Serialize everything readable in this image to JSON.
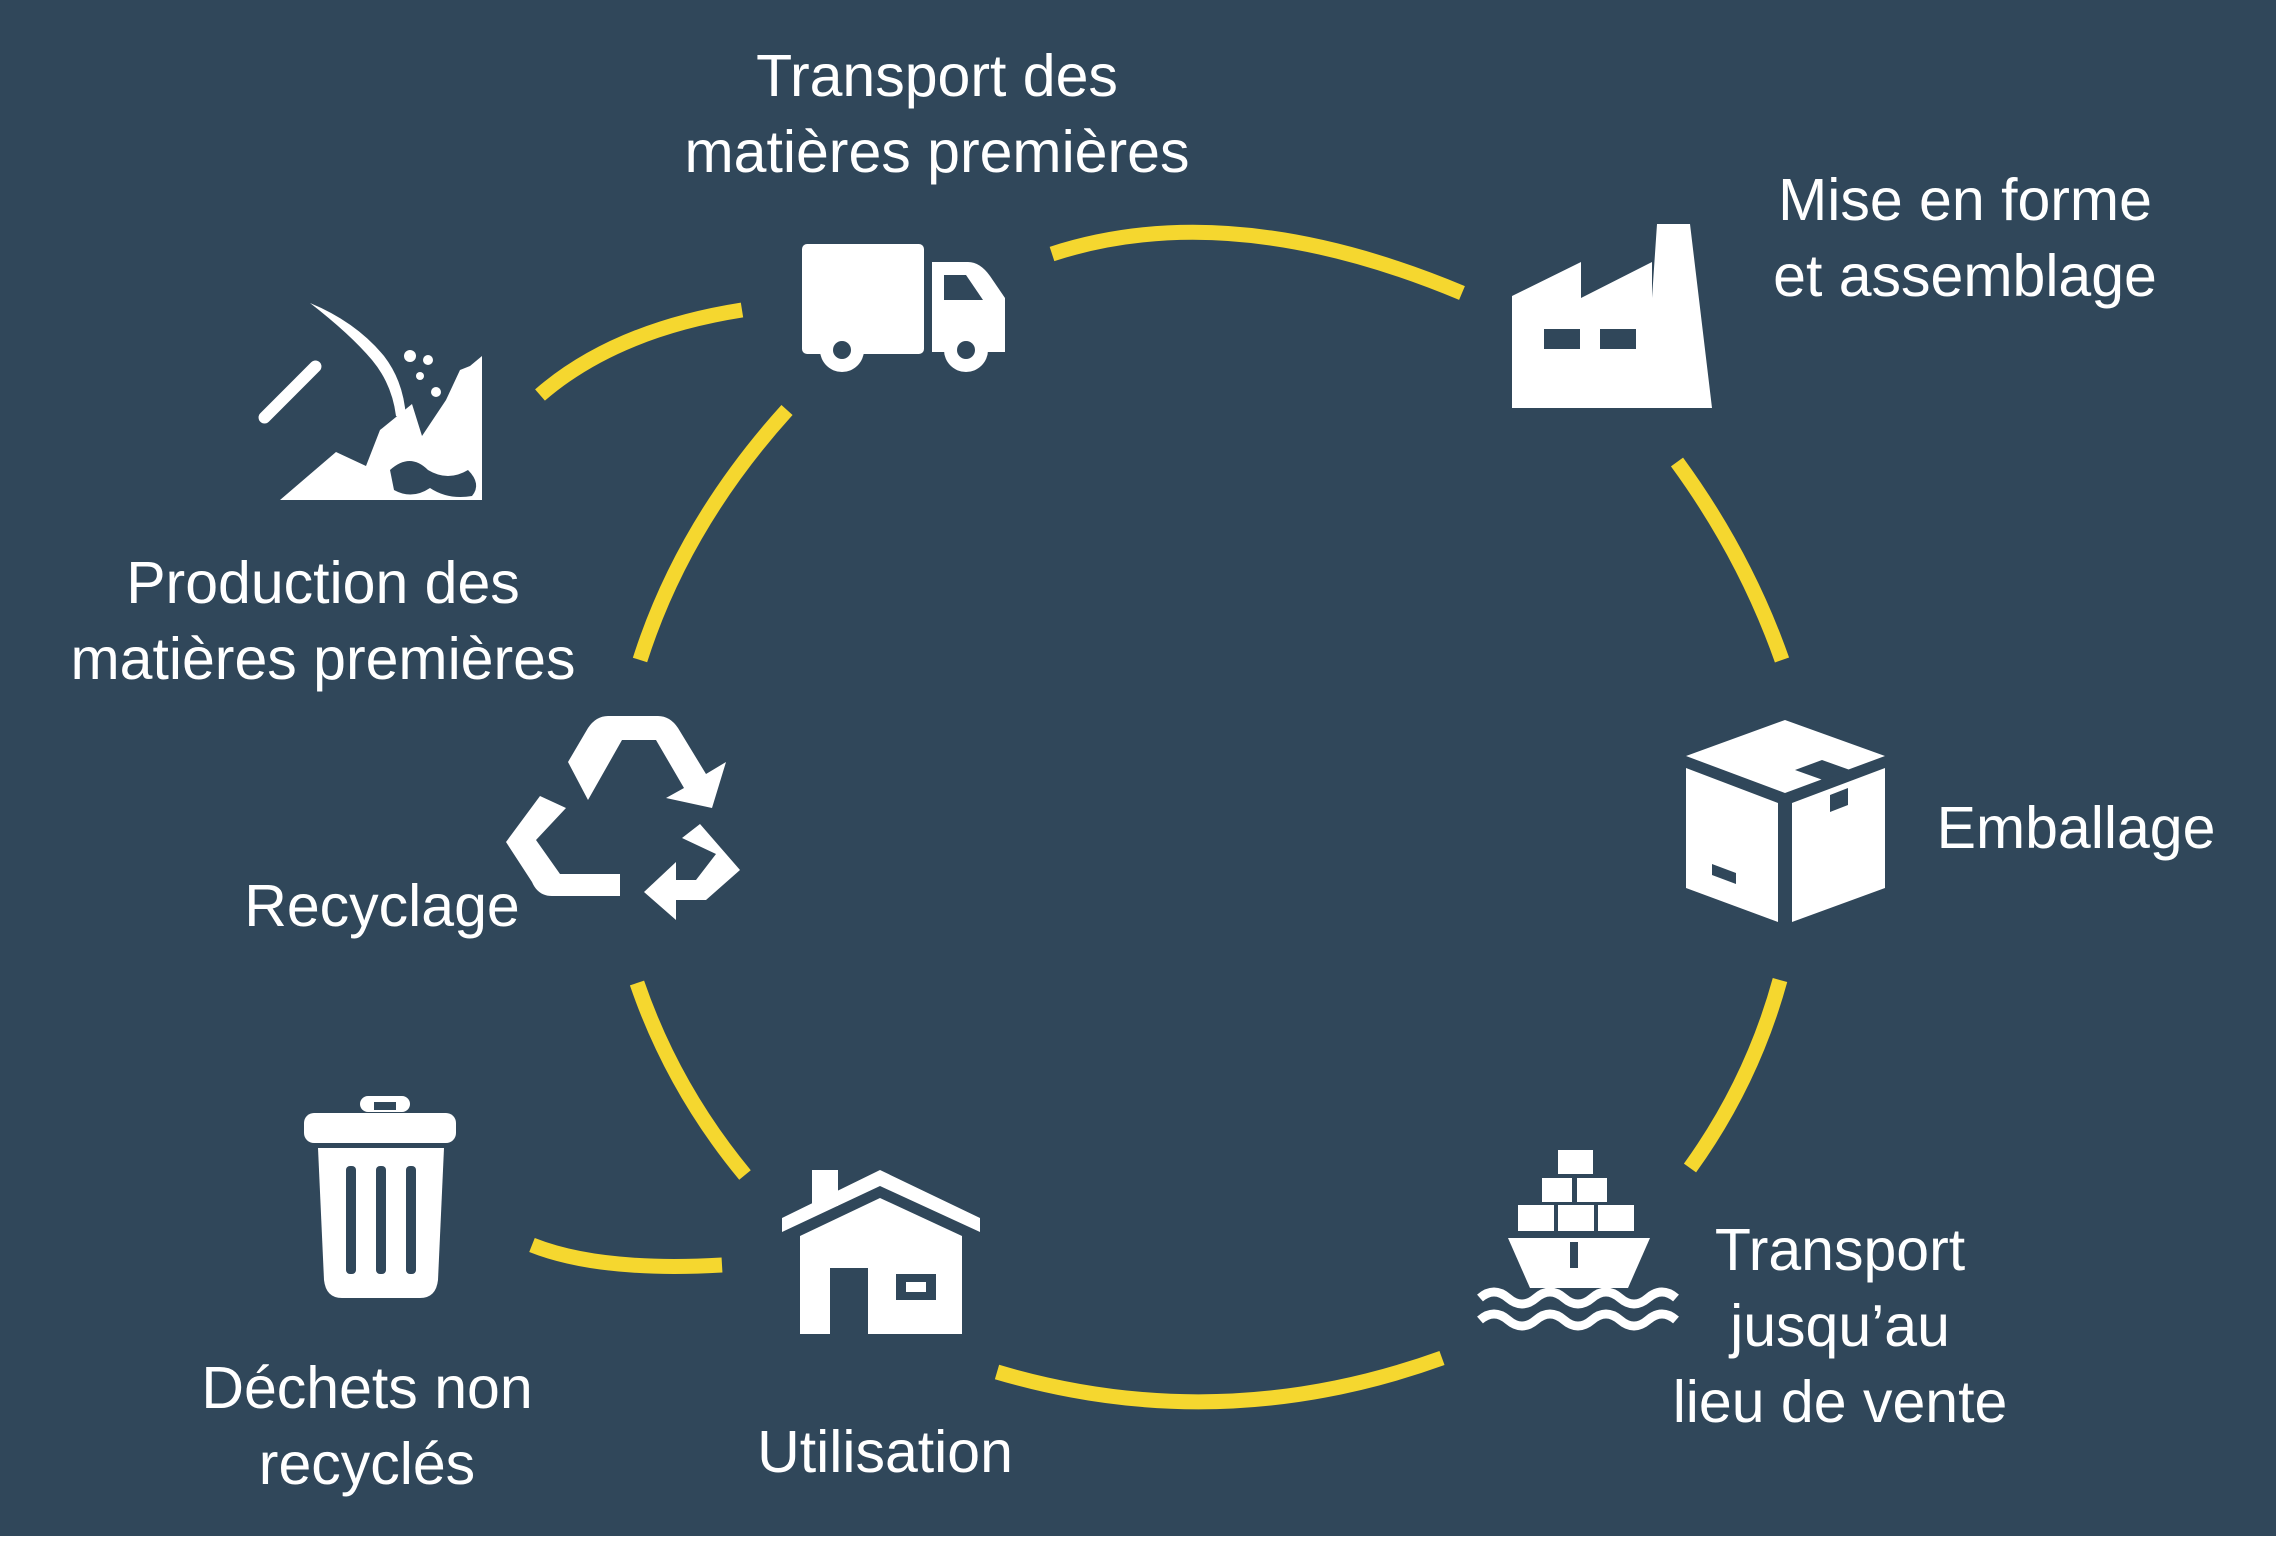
{
  "colors": {
    "background": "#30475a",
    "arc": "#f5d72f",
    "icon": "#ffffff",
    "text": "#ffffff"
  },
  "stages": [
    {
      "id": "production",
      "icon": "pickaxe-mine-icon",
      "lines": [
        "Production des",
        "matières premières"
      ]
    },
    {
      "id": "transport-raw",
      "icon": "truck-icon",
      "lines": [
        "Transport des",
        "matières premières"
      ]
    },
    {
      "id": "forming",
      "icon": "factory-icon",
      "lines": [
        "Mise en forme",
        "et assemblage"
      ]
    },
    {
      "id": "packaging",
      "icon": "box-icon",
      "lines": [
        "Emballage"
      ]
    },
    {
      "id": "transport-sale",
      "icon": "cargo-ship-icon",
      "lines": [
        "Transport",
        "jusqu’au",
        "lieu de vente"
      ]
    },
    {
      "id": "usage",
      "icon": "house-icon",
      "lines": [
        "Utilisation"
      ]
    },
    {
      "id": "waste",
      "icon": "trash-can-icon",
      "lines": [
        "Déchets non",
        "recyclés"
      ]
    },
    {
      "id": "recycling",
      "icon": "recycle-icon",
      "lines": [
        "Recyclage"
      ]
    }
  ]
}
